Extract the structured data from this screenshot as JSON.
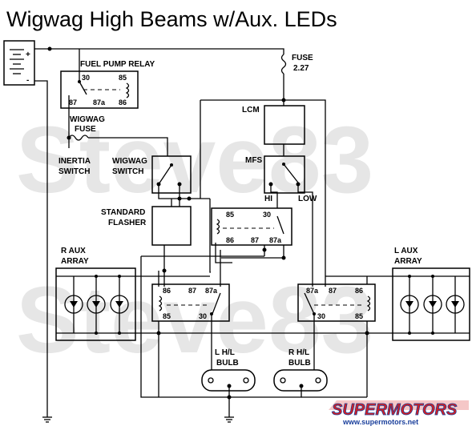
{
  "title": "Wigwag High Beams w/Aux. LEDs",
  "watermark": "Steve83",
  "logo": {
    "name": "SUPERMOTORS",
    "url": "www.supermotors.net"
  },
  "battery": {
    "plus": "+",
    "minus": "-"
  },
  "fuse": {
    "label": "FUSE",
    "number": "2.27"
  },
  "fuel_pump_relay": {
    "label": "FUEL PUMP RELAY",
    "pins": [
      "30",
      "85",
      "87",
      "87a",
      "86"
    ]
  },
  "wigwag_fuse": {
    "label_line1": "WIGWAG",
    "label_line2": "FUSE"
  },
  "inertia_switch": {
    "label_line1": "INERTIA",
    "label_line2": "SWITCH"
  },
  "wigwag_switch": {
    "label_line1": "WIGWAG",
    "label_line2": "SWITCH"
  },
  "standard_flasher": {
    "label_line1": "STANDARD",
    "label_line2": "FLASHER"
  },
  "lcm": {
    "label": "LCM"
  },
  "mfs": {
    "label": "MFS",
    "hi": "HI",
    "low": "LOW"
  },
  "center_relay": {
    "pins": [
      "85",
      "30",
      "86",
      "87",
      "87a"
    ]
  },
  "r_aux_array": {
    "label_line1": "R AUX",
    "label_line2": "ARRAY"
  },
  "l_aux_array": {
    "label_line1": "L AUX",
    "label_line2": "ARRAY"
  },
  "left_relay": {
    "pins": [
      "86",
      "87",
      "87a",
      "85",
      "30"
    ]
  },
  "right_relay": {
    "pins": [
      "87a",
      "87",
      "86",
      "30",
      "85"
    ]
  },
  "l_hl_bulb": {
    "label_line1": "L H/L",
    "label_line2": "BULB"
  },
  "r_hl_bulb": {
    "label_line1": "R H/L",
    "label_line2": "BULB"
  },
  "colors": {
    "line": "#000000",
    "watermark": "#e6e6e6",
    "logo_red": "#d81e1e",
    "logo_blue": "#1a3f9c"
  }
}
